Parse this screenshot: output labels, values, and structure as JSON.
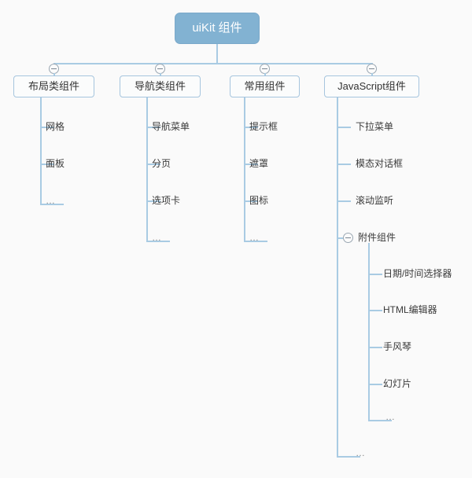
{
  "diagram": {
    "title": "uiKit 组件",
    "type": "mind-map",
    "background_color": "#fafafa",
    "line_color": "#a9cbe3",
    "root_fill": "#82b2d2",
    "root_text_color": "#ffffff",
    "node_fill": "#fbfcfc",
    "node_border": "#a6c5de",
    "ellipsis_text": "…"
  },
  "root": {
    "label": "uiKit 组件"
  },
  "categories": [
    {
      "label": "布局类组件",
      "toggle_icon": "collapse-minus-icon",
      "children": [
        {
          "label": "网格"
        },
        {
          "label": "面板"
        },
        {
          "label": "…",
          "is_ellipsis": true
        }
      ]
    },
    {
      "label": "导航类组件",
      "toggle_icon": "collapse-minus-icon",
      "children": [
        {
          "label": "导航菜单"
        },
        {
          "label": "分页"
        },
        {
          "label": "选项卡"
        },
        {
          "label": "…",
          "is_ellipsis": true
        }
      ]
    },
    {
      "label": "常用组件",
      "toggle_icon": "collapse-minus-icon",
      "children": [
        {
          "label": "提示框"
        },
        {
          "label": "遮罩"
        },
        {
          "label": "图标"
        },
        {
          "label": "…",
          "is_ellipsis": true
        }
      ]
    },
    {
      "label": "JavaScript组件",
      "toggle_icon": "collapse-minus-icon",
      "children": [
        {
          "label": "下拉菜单"
        },
        {
          "label": "模态对话框"
        },
        {
          "label": "滚动监听"
        },
        {
          "label": "附件组件",
          "toggle_icon": "collapse-minus-icon",
          "children": [
            {
              "label": "日期/时间选择器"
            },
            {
              "label": "HTML编辑器"
            },
            {
              "label": "手风琴"
            },
            {
              "label": "幻灯片"
            },
            {
              "label": "…",
              "is_ellipsis": true
            }
          ]
        },
        {
          "label": "…",
          "is_ellipsis": true
        }
      ]
    }
  ]
}
